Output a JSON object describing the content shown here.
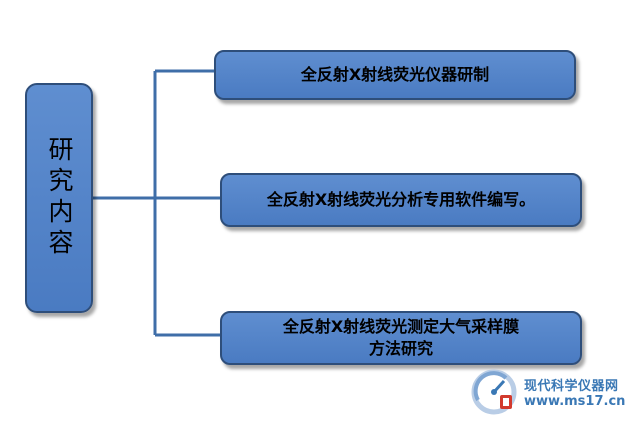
{
  "root": {
    "label": "研究内容"
  },
  "items": [
    {
      "label": "全反射X射线荧光仪器研制"
    },
    {
      "label": "全反射X射线荧光分析专用软件编写。"
    },
    {
      "label": "全反射X射线荧光测定大气采样膜方法研究"
    }
  ],
  "watermark": {
    "title": "现代科学仪器网",
    "url": "www.ms17.cn"
  },
  "colors": {
    "box_fill": "#5582c8",
    "box_border": "#2e4e7a",
    "connector": "#3f6ea8",
    "watermark_blue": "#3a78b5",
    "watermark_red": "#d23a2e"
  }
}
